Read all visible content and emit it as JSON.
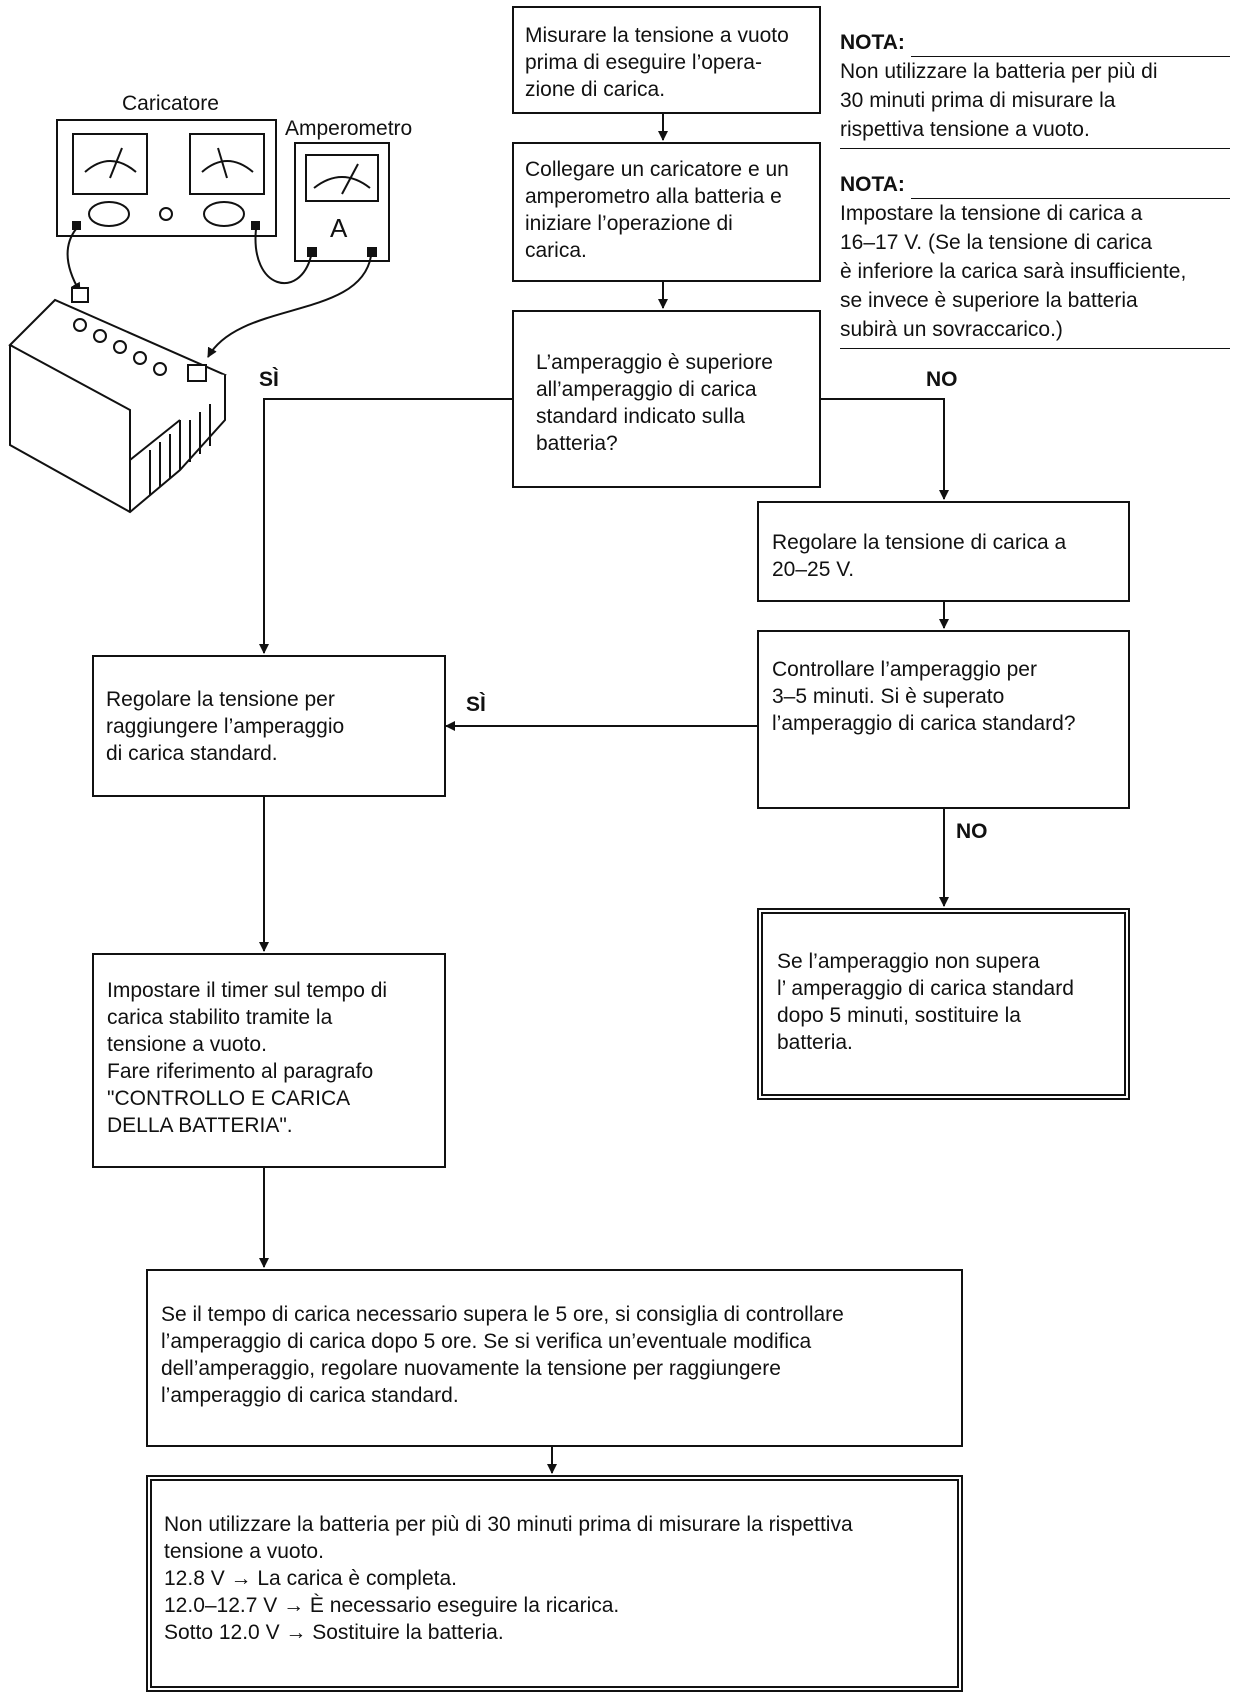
{
  "illustration": {
    "charger_label": "Caricatore",
    "ammeter_label": "Amperometro",
    "ammeter_symbol": "A"
  },
  "boxes": {
    "measure": "Misurare la tensione a vuoto\nprima di eseguire l’opera-\nzione di carica.",
    "connect": "Collegare un caricatore e un\namperometro alla batteria e\niniziare l’operazione di\ncarica.",
    "question": "L’amperaggio è superiore\nall’amperaggio di carica\nstandard indicato sulla\nbatteria?",
    "adjust_20_25": "Regolare la tensione di carica a\n20–25 V.",
    "check_3_5": "Controllare l’amperaggio per\n3–5 minuti. Si è superato\nl’amperaggio di carica standard?",
    "adjust_voltage": "Regolare la tensione per\nraggiungere l’amperaggio\ndi carica standard.",
    "replace": "Se l’amperaggio non supera\nl’ amperaggio di carica standard\ndopo 5 minuti, sostituire la\nbatteria.",
    "timer": "Impostare il timer sul tempo di\ncarica stabilito tramite la\ntensione a vuoto.\nFare riferimento al paragrafo\n\"CONTROLLO E CARICA\nDELLA BATTERIA\".",
    "five_hours": "Se il tempo di carica necessario supera le 5 ore, si consiglia di controllare\nl’amperaggio di carica dopo 5 ore. Se si verifica un’eventuale modifica\ndell’amperaggio, regolare nuovamente la tensione per raggiungere\nl’amperaggio di carica standard.",
    "final": "Non utilizzare la batteria per più di 30 minuti prima di misurare la rispettiva\ntensione a vuoto.\n12.8 V → La carica è completa.\n12.0–12.7 V → È necessario eseguire la ricarica.\nSotto 12.0 V → Sostituire la batteria."
  },
  "edge_labels": {
    "yes_1": "SÌ",
    "no_1": "NO",
    "yes_2": "SÌ",
    "no_2": "NO"
  },
  "notes": [
    {
      "heading": "NOTA:",
      "body": "Non utilizzare la batteria per più di\n30 minuti prima di misurare la\nrispettiva tensione a vuoto."
    },
    {
      "heading": "NOTA:",
      "body": "Impostare la tensione di carica a\n16–17 V. (Se la tensione di carica\nè inferiore la carica sarà insufficiente,\nse invece è superiore la batteria\nsubirà  un sovraccarico.)"
    }
  ]
}
